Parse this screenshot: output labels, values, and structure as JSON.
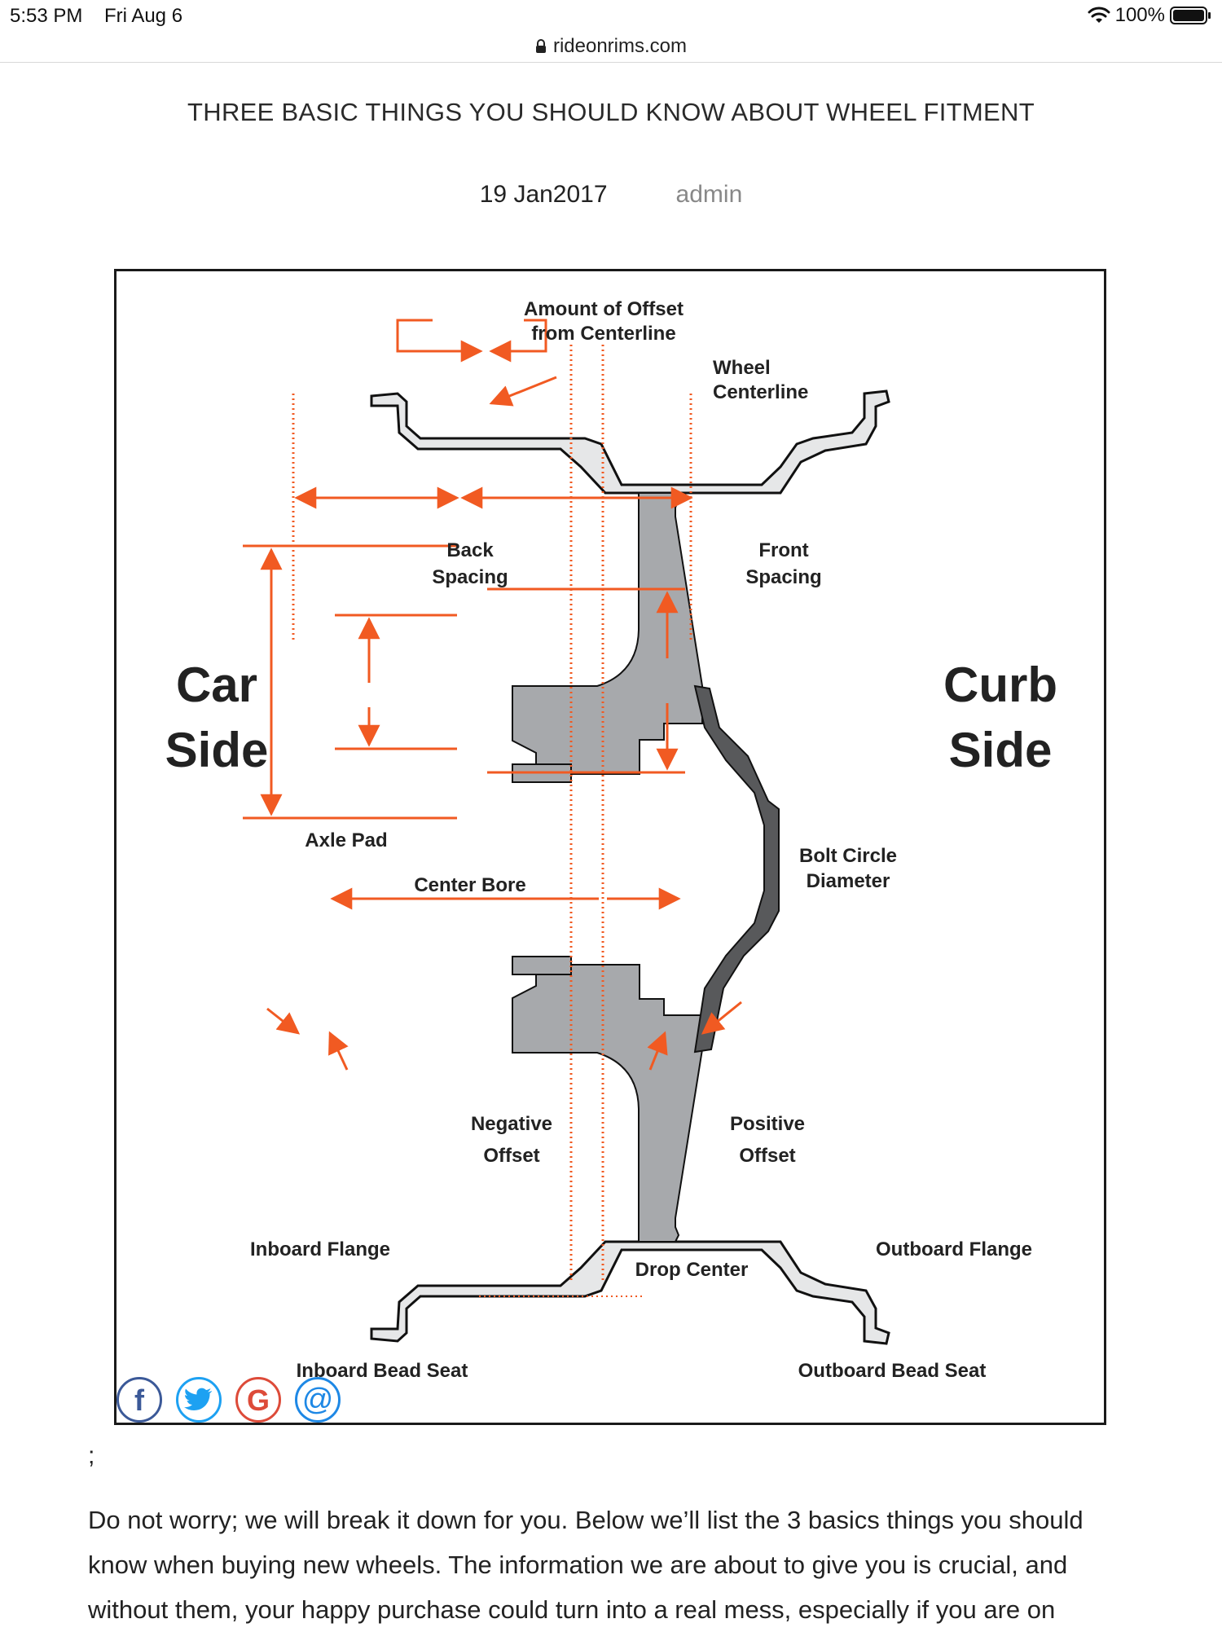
{
  "status": {
    "time": "5:53 PM",
    "date": "Fri Aug 6",
    "battery": "100%"
  },
  "browser": {
    "url": "rideonrims.com"
  },
  "article": {
    "title": "THREE BASIC THINGS YOU SHOULD KNOW ABOUT WHEEL FITMENT",
    "date": "19 Jan2017",
    "author": "admin",
    "separator": ";",
    "body": "Do not worry; we will break it down for you. Below we’ll list the 3 basics things you should know when buying new wheels. The information we are about to give you is crucial, and without them, your happy purchase could turn into a real mess, especially if you are on"
  },
  "diagram": {
    "offset_label_1": "Amount of Offset",
    "offset_label_2": "from Centerline",
    "wheel_centerline_1": "Wheel",
    "wheel_centerline_2": "Centerline",
    "back_spacing_1": "Back",
    "back_spacing_2": "Spacing",
    "front_spacing_1": "Front",
    "front_spacing_2": "Spacing",
    "car_side_1": "Car",
    "car_side_2": "Side",
    "curb_side_1": "Curb",
    "curb_side_2": "Side",
    "axle_pad": "Axle Pad",
    "center_bore": "Center Bore",
    "bolt_circle_1": "Bolt Circle",
    "bolt_circle_2": "Diameter",
    "negative_offset_1": "Negative",
    "negative_offset_2": "Offset",
    "positive_offset_1": "Positive",
    "positive_offset_2": "Offset",
    "inboard_flange": "Inboard Flange",
    "outboard_flange": "Outboard Flange",
    "drop_center": "Drop Center",
    "inboard_bead_seat": "Inboard Bead Seat",
    "outboard_bead_seat": "Outboard Bead Seat",
    "accent_color": "#f15a22",
    "hub_color": "#a7a9ac",
    "disc_color": "#58595b"
  },
  "share": {
    "facebook_icon": "f",
    "twitter_icon": "twitter-bird",
    "google_icon": "G",
    "email_icon": "@",
    "facebook_color": "#3b5998",
    "twitter_color": "#1da1f2",
    "google_color": "#dd4b39",
    "email_color": "#1e88e5"
  }
}
